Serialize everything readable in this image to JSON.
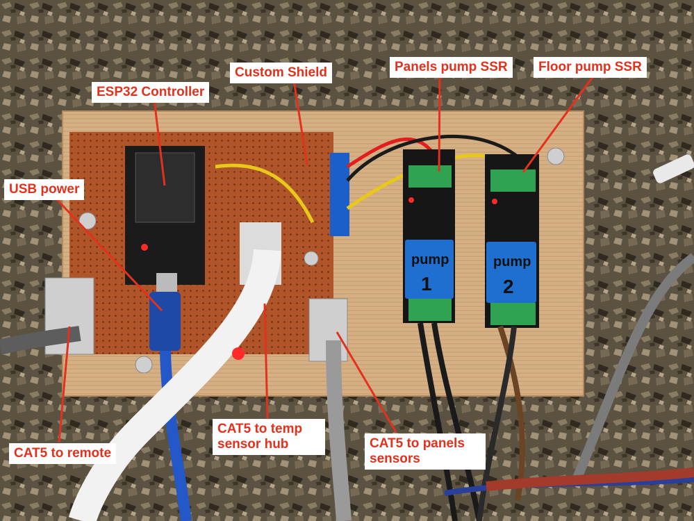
{
  "colors": {
    "accent": "#e2311d",
    "label_bg": "#ffffff",
    "board": "#d9b07a",
    "perfboard": "#b0552a",
    "relay_blue": "#1e6fd0",
    "terminal_green": "#2fa352"
  },
  "labels": {
    "esp32_controller": "ESP32 Controller",
    "custom_shield": "Custom Shield",
    "panels_pump_ssr": "Panels pump SSR",
    "floor_pump_ssr": "Floor pump SSR",
    "usb_power": "USB power",
    "cat5_remote": "CAT5 to remote",
    "cat5_temp_line1": "CAT5 to temp",
    "cat5_temp_line2": "sensor hub",
    "cat5_panels_line1": "CAT5 to panels",
    "cat5_panels_line2": "sensors"
  },
  "relay_marks": {
    "relay1_text": "pump",
    "relay1_num": "1",
    "relay2_text": "pump",
    "relay2_num": "2"
  }
}
